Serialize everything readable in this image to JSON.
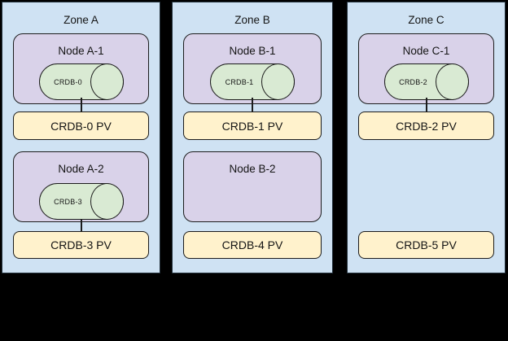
{
  "diagram": {
    "zones": [
      {
        "label": "Zone A",
        "groups": [
          {
            "node_label": "Node A-1",
            "cylinder_label": "CRDB-0",
            "pv_label": "CRDB-0 PV",
            "connected": true
          },
          {
            "node_label": "Node A-2",
            "cylinder_label": "CRDB-3",
            "pv_label": "CRDB-3 PV",
            "connected": true
          }
        ]
      },
      {
        "label": "Zone B",
        "groups": [
          {
            "node_label": "Node B-1",
            "cylinder_label": "CRDB-1",
            "pv_label": "CRDB-1 PV",
            "connected": true
          },
          {
            "node_label": "Node B-2",
            "pv_label": "CRDB-4 PV",
            "connected": false
          }
        ]
      },
      {
        "label": "Zone C",
        "groups": [
          {
            "node_label": "Node C-1",
            "cylinder_label": "CRDB-2",
            "pv_label": "CRDB-2 PV",
            "connected": true
          },
          {
            "pv_label": "CRDB-5 PV",
            "connected": false
          }
        ]
      }
    ]
  },
  "palette": {
    "canvas_background": "#000000",
    "zone_fill": "#cfe2f3",
    "zone_border": "#22303b",
    "node_fill": "#d9d2e9",
    "cylinder_fill": "#d9ead3",
    "pv_fill": "#fff2cc",
    "box_border": "#1c1c1c",
    "text_color": "#151515"
  }
}
